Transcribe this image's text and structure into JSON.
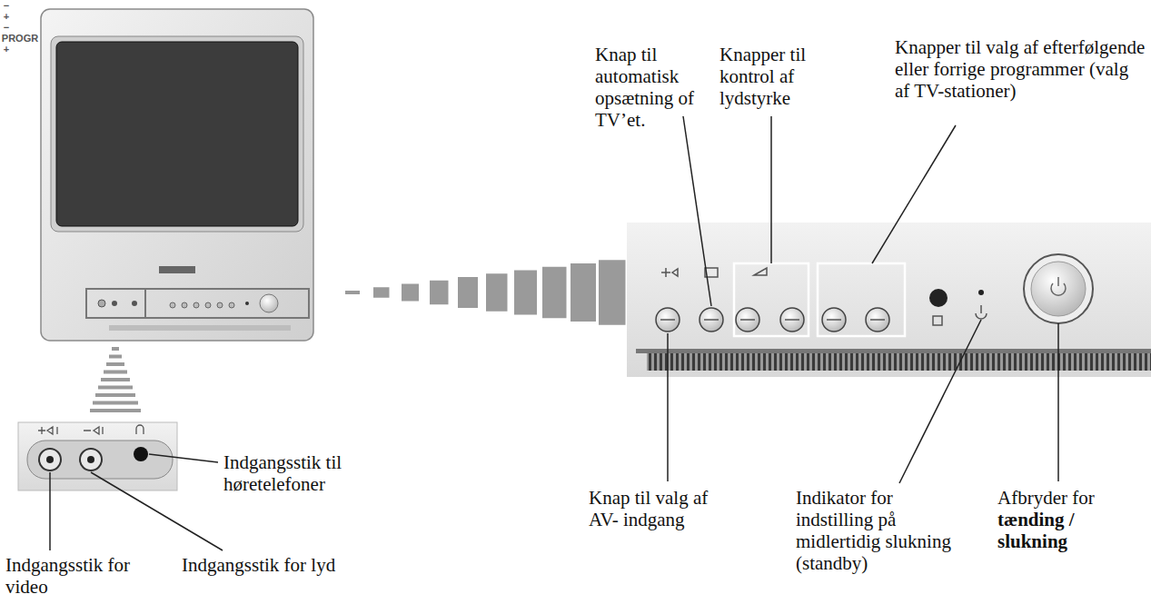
{
  "diagram": {
    "labels": [
      "Knap til automatisk opsætning of TV’et.",
      "Knapper til kontrol af lydstyrke",
      "Knapper til valg af efterfølgende eller forrige programmer (valg af TV-stationer)",
      "−",
      "+",
      "−",
      "PROGR",
      "+",
      "Knap til valg af AV- indgang",
      "Indikator for indstilling på midlertidig slukning (standby)",
      "Afbryder for",
      "tænding / slukning",
      "Indgangsstik til høretelefoner",
      "Indgangsstik for video",
      "Indgangsstik for lyd"
    ]
  }
}
